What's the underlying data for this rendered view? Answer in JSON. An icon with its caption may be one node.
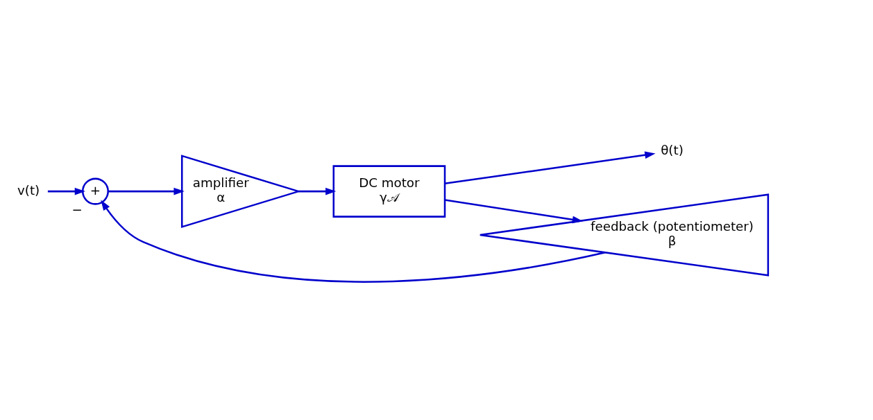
{
  "diagram": {
    "nodes": [
      {
        "text": [
          "v(t)"
        ]
      },
      {
        "text": [
          "+"
        ],
        "beside": [
          "−"
        ]
      },
      {
        "text": [
          "amplifier",
          "α"
        ]
      },
      {
        "text": [
          "DC motor",
          "γ𝒜"
        ]
      },
      {
        "text": [
          "θ(t)"
        ]
      },
      {
        "text": [
          "feedback (potentiometer)",
          "β"
        ]
      }
    ],
    "edges": [
      {
        "from": 0,
        "to": 1,
        "arrow": "to"
      },
      {
        "from": 1,
        "to": 2,
        "arrow": "to"
      },
      {
        "from": 2,
        "to": 3,
        "arrow": "to"
      },
      {
        "from": 3,
        "to": 4,
        "arrow": "to"
      },
      {
        "from": 3,
        "to": 5,
        "arrow": "to"
      },
      {
        "from": 5,
        "to": 1,
        "arrow": "to"
      }
    ]
  }
}
